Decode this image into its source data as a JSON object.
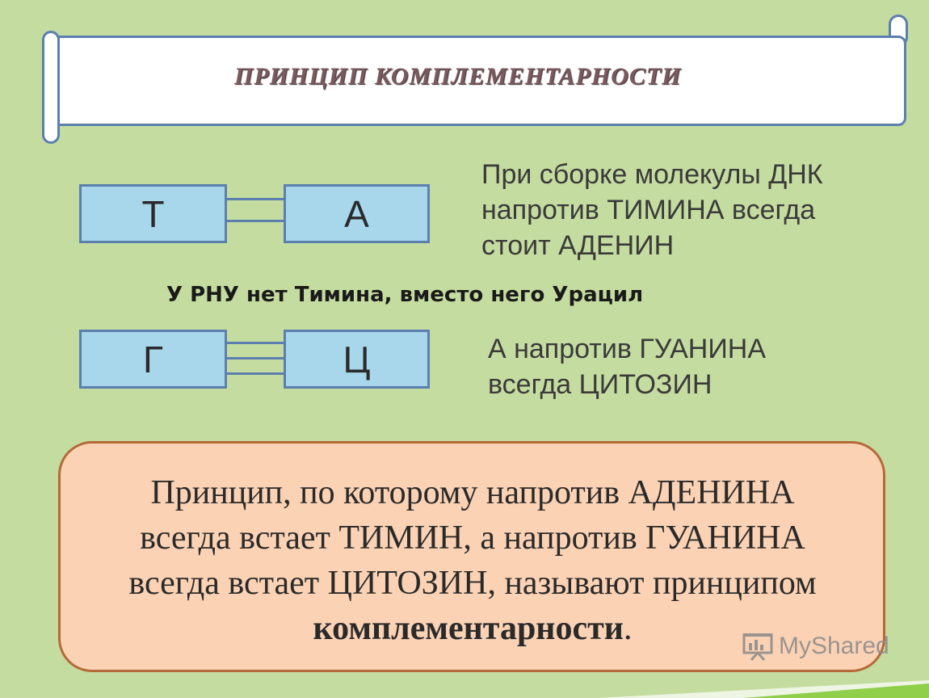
{
  "title": "ПРИНЦИП КОМПЛЕМЕНТАРНОСТИ",
  "pairs": [
    {
      "left": "Т",
      "right": "А",
      "description_lines": [
        "При сборке молекулы ДНК",
        "напротив ТИМИНА всегда",
        "стоит АДЕНИН"
      ]
    },
    {
      "left": "Г",
      "right": "Ц",
      "description_lines": [
        "А напротив ГУАНИНА",
        "всегда ЦИТОЗИН"
      ]
    }
  ],
  "note": "У РНУ нет  Тимина, вместо него Урацил",
  "definition": {
    "line1": "Принцип, по которому напротив АДЕНИНА",
    "line2": "всегда встает ТИМИН, а напротив ГУАНИНА",
    "line3": "всегда встает ЦИТОЗИН, называют принципом",
    "term": "комплементарности",
    "end": "."
  },
  "watermark": "MyShared",
  "colors": {
    "background": "#c5dca0",
    "box_fill": "#a8d7ec",
    "box_border": "#5b7fae",
    "definition_fill": "#fbd2b4",
    "definition_border": "#b46a38"
  }
}
